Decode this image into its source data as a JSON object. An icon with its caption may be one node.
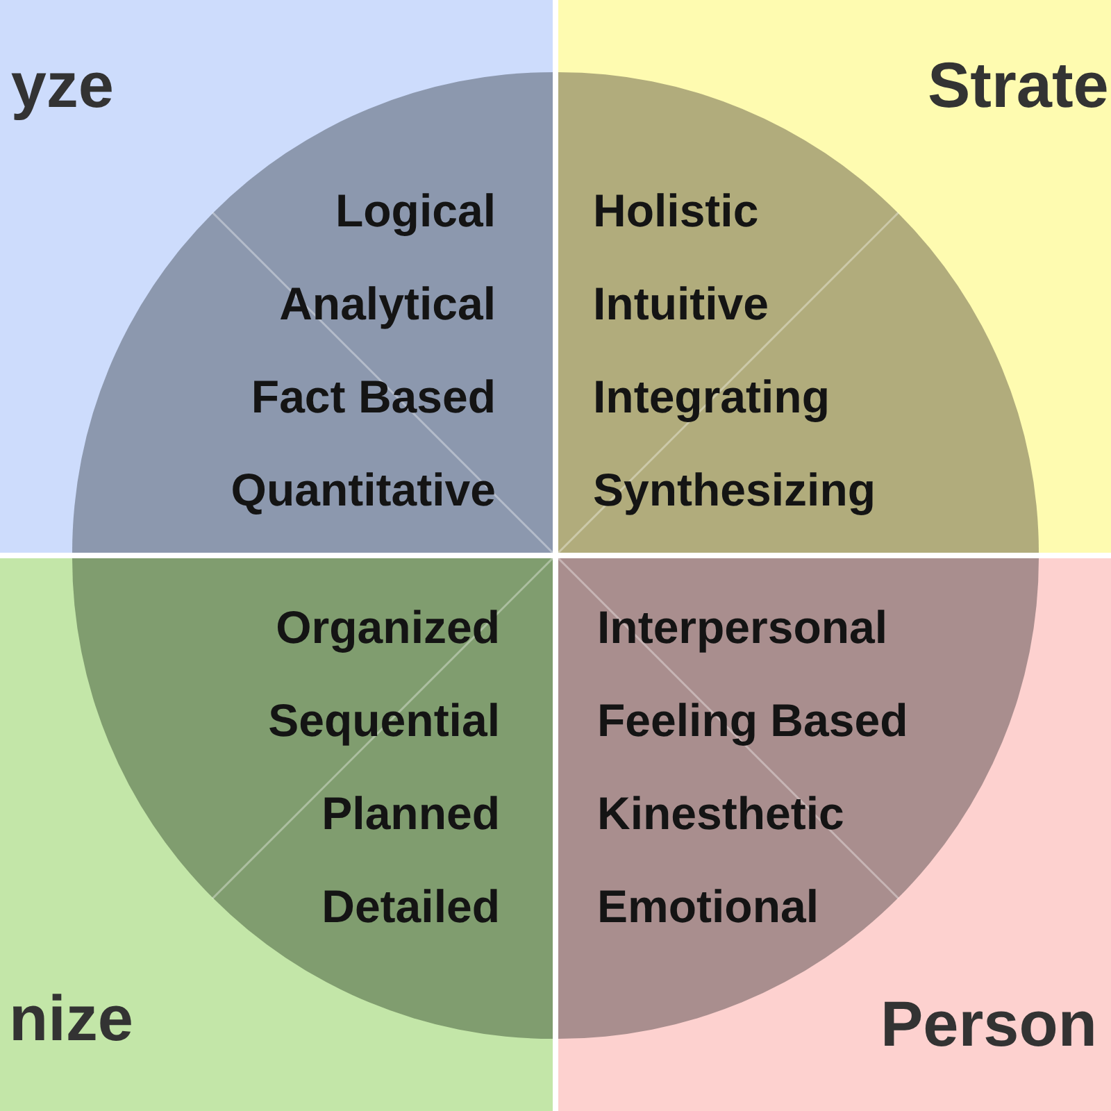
{
  "diagram": {
    "nodes": [
      {
        "text": [
          "yze"
        ]
      },
      {
        "text": [
          "Strate"
        ]
      },
      {
        "text": [
          "nize"
        ]
      },
      {
        "text": [
          "Person"
        ]
      },
      {
        "text": [
          "Logical",
          "Analytical",
          "Fact Based",
          "Quantitative"
        ],
        "in": 0
      },
      {
        "text": [
          "Holistic",
          "Intuitive",
          "Integrating",
          "Synthesizing"
        ],
        "in": 1
      },
      {
        "text": [
          "Organized",
          "Sequential",
          "Planned",
          "Detailed"
        ],
        "in": 2
      },
      {
        "text": [
          "Interpersonal",
          "Feeling Based",
          "Kinesthetic",
          "Emotional"
        ],
        "in": 3
      }
    ]
  }
}
